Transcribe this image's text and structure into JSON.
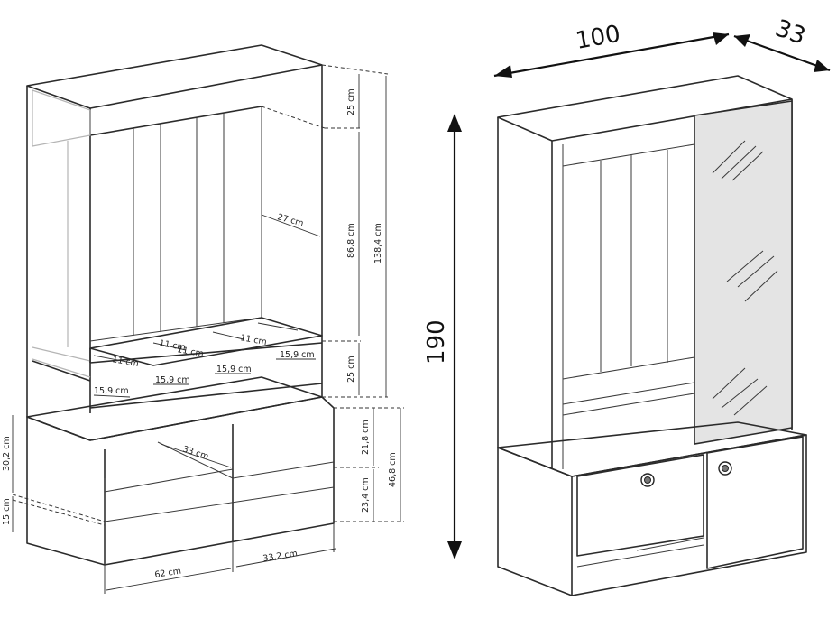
{
  "left_dims": {
    "top_compartment_h": "25 cm",
    "panel_h": "86,8 cm",
    "upper_total_h": "138,4 cm",
    "depth": "27 cm",
    "shelf_gap_h": "25 cm",
    "hook_spacing": [
      "11 cm",
      "11 cm",
      "11 cm",
      "11 cm"
    ],
    "hook_offsets": [
      "15,9 cm",
      "15,9 cm",
      "15,9 cm",
      "15,9 cm"
    ],
    "cabinet_depth": "33 cm",
    "upper_shelf_h": "21,8 cm",
    "lower_shelf_h": "23,4 cm",
    "cabinet_total_h": "46,8 cm",
    "side_h_upper": "30,2 cm",
    "side_h_lower": "15 cm",
    "left_width": "62 cm",
    "right_width": "33,2 cm"
  },
  "right_dims": {
    "width": "100",
    "depth": "33",
    "height": "190"
  }
}
